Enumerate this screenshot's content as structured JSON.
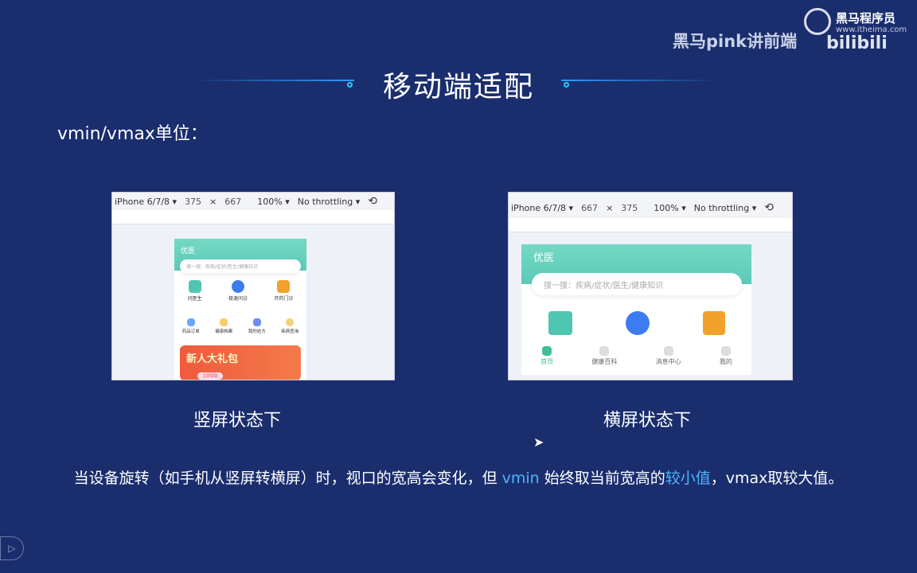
{
  "header": {
    "title": "移动端适配",
    "watermark": "黑马pink讲前端",
    "logo_text": "黑马程序员",
    "logo_url_text": "www.itheima.com",
    "bilibili": "bilibili"
  },
  "subtitle": "vmin/vmax单位：",
  "portrait": {
    "device": "iPhone 6/7/8 ▾",
    "width": "375",
    "x": "×",
    "height": "667",
    "zoom": "100% ▾",
    "throttle": "No throttling ▾",
    "app_title": "优医",
    "search_placeholder": "搜一搜：疾病/症状/医生/健康知识",
    "services": [
      {
        "label": "问医生",
        "icon": "doctor-icon"
      },
      {
        "label": "极速问诊",
        "icon": "lightning-chat-icon"
      },
      {
        "label": "开药门诊",
        "icon": "medical-kit-icon"
      }
    ],
    "shortcuts": [
      "药品订单",
      "健康档案",
      "我的处方",
      "疾病查询"
    ],
    "banner": "新人大礼包",
    "banner_button": "立即领取",
    "caption": "竖屏状态下"
  },
  "landscape": {
    "device": "iPhone 6/7/8 ▾",
    "width": "667",
    "x": "×",
    "height": "375",
    "zoom": "100% ▾",
    "throttle": "No throttling ▾",
    "app_title": "优医",
    "search_placeholder": "搜一搜：疾病/症状/医生/健康知识",
    "tabs": [
      "首页",
      "健康百科",
      "消息中心",
      "我的"
    ],
    "caption": "横屏状态下"
  },
  "footer": {
    "p1": "当设备旋转（如手机从竖屏转横屏）时，视口的宽高会变化，但 ",
    "vmin": "vmin",
    "p2": " 始终取当前宽高的",
    "small": "较小值",
    "p3": "，vmax取较大值。"
  },
  "colors": {
    "background": "#1a2e6e",
    "highlight": "#4fb4ff",
    "teal": "#5ccab8"
  }
}
